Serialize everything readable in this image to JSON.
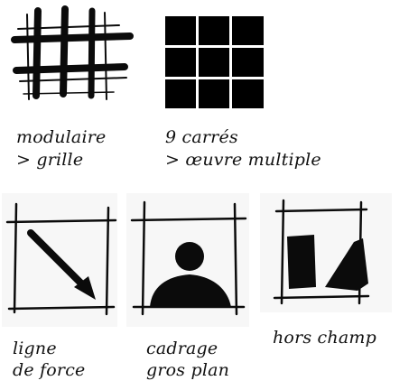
{
  "ink_color": "#0b0b0b",
  "figures": [
    {
      "id": "modulaire",
      "icon": "grid-sketch-icon",
      "caption_line1": "modulaire",
      "caption_line2": "> grille"
    },
    {
      "id": "neuf-carres",
      "icon": "nine-squares-icon",
      "caption_line1": "9 carrés",
      "caption_line2": "> œuvre multiple"
    },
    {
      "id": "ligne-de-force",
      "icon": "diagonal-arrow-frame-icon",
      "caption_line1": "ligne",
      "caption_line2": "de force"
    },
    {
      "id": "cadrage-gros-plan",
      "icon": "closeup-figure-frame-icon",
      "caption_line1": "cadrage",
      "caption_line2": "gros plan"
    },
    {
      "id": "hors-champ",
      "icon": "offframe-shapes-icon",
      "caption_line1": "hors champ",
      "caption_line2": ""
    }
  ]
}
